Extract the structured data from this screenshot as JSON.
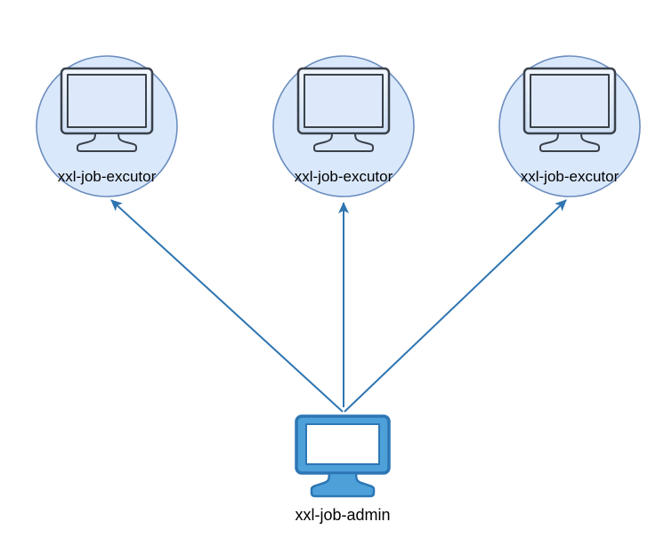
{
  "diagram": {
    "type": "architecture-diagram",
    "nodes": {
      "executors": [
        {
          "id": "executor-1",
          "label": "xxl-job-excutor",
          "icon": "monitor-icon",
          "shape": "circle"
        },
        {
          "id": "executor-2",
          "label": "xxl-job-excutor",
          "icon": "monitor-icon",
          "shape": "circle"
        },
        {
          "id": "executor-3",
          "label": "xxl-job-excutor",
          "icon": "monitor-icon",
          "shape": "circle"
        }
      ],
      "admin": {
        "id": "admin",
        "label": "xxl-job-admin",
        "icon": "monitor-icon"
      }
    },
    "edges": [
      {
        "from": "admin",
        "to": "executor-1",
        "arrow": "filled-triangle"
      },
      {
        "from": "admin",
        "to": "executor-2",
        "arrow": "filled-triangle"
      },
      {
        "from": "admin",
        "to": "executor-3",
        "arrow": "filled-triangle"
      }
    ],
    "colors": {
      "background": "#ffffff",
      "circle_fill": "#dae8fc",
      "circle_stroke": "#6c8ebf",
      "monitor_stroke": "#3a414b",
      "monitor_body_top": "#f2f7fe",
      "monitor_body_bottom": "#cfe0f6",
      "monitor_screen": "#dde9fb",
      "monitor_stand": "#d8e6fa",
      "admin_fill": "#4da0d8",
      "admin_stroke": "#2d76b5",
      "admin_screen": "#ffffff",
      "arrow": "#2e75b1",
      "label": "#000000"
    }
  }
}
